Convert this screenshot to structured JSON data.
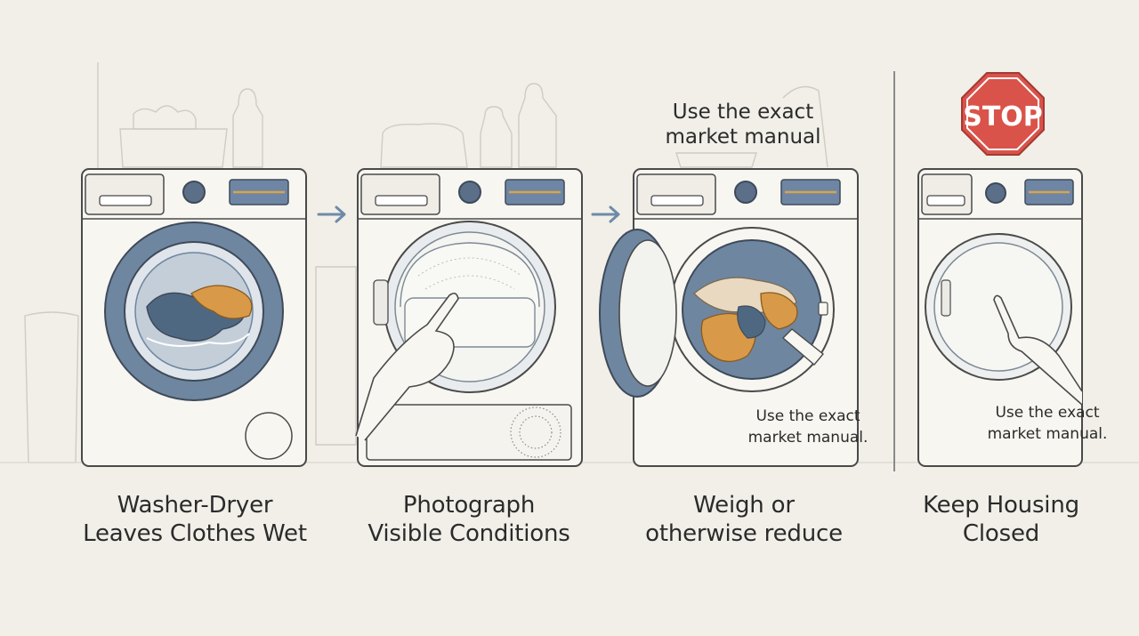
{
  "panels": [
    {
      "caption": [
        "Washer-Dryer",
        "Leaves Clothes Wet"
      ]
    },
    {
      "caption": [
        "Photograph",
        "Visible Conditions"
      ]
    },
    {
      "caption": [
        "Weigh or",
        "otherwise reduce"
      ],
      "top_note": [
        "Use the exact",
        "market manual"
      ],
      "inner_note": [
        "Use the exact",
        "market manual."
      ]
    },
    {
      "caption": [
        "Keep Housing",
        "Closed"
      ],
      "sign": "STOP",
      "inner_note": [
        "Use the exact",
        "market manual."
      ]
    }
  ],
  "colors": {
    "background": "#f1efe8",
    "outline": "#4a4a4a",
    "drum_blue": "#6f86a0",
    "display_blue": "#6e86a4",
    "display_gold": "#d6a44c",
    "clothes_orange": "#d89a48",
    "clothes_blue": "#4f6882",
    "clothes_cream": "#e8d9c0",
    "arrow": "#6f8aa8",
    "stop_red": "#d9534a"
  },
  "icons": [
    "arrow-right-icon",
    "stop-sign-icon"
  ]
}
